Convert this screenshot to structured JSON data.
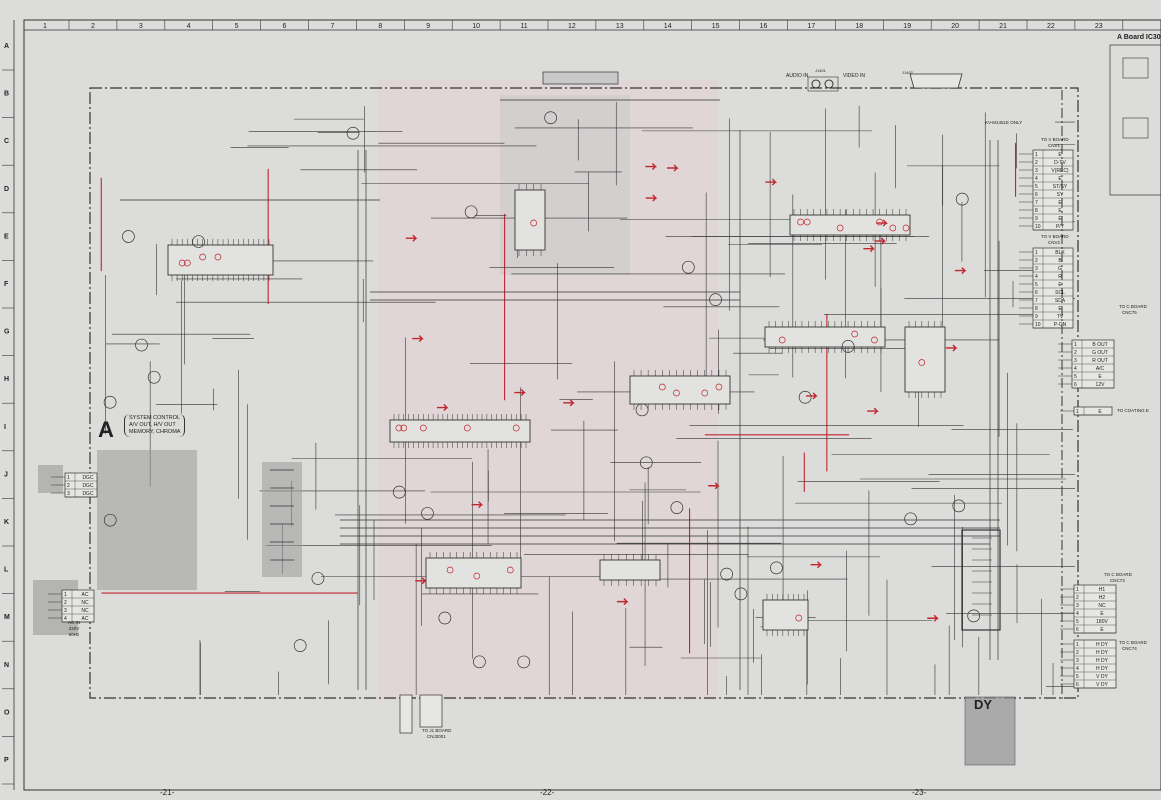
{
  "grid": {
    "columns": [
      "1",
      "2",
      "3",
      "4",
      "5",
      "6",
      "7",
      "8",
      "9",
      "10",
      "11",
      "12",
      "13",
      "14",
      "15",
      "16",
      "17",
      "18",
      "19",
      "20",
      "21",
      "22",
      "23"
    ],
    "rows": [
      "A",
      "B",
      "C",
      "D",
      "E",
      "F",
      "G",
      "H",
      "I",
      "J",
      "K",
      "L",
      "M",
      "N",
      "O",
      "P"
    ]
  },
  "board": {
    "label": "A",
    "description": [
      "SYSTEM CONTROL",
      "A/V OUT, H/V OUT",
      "MEMORY, CHROMA"
    ],
    "side_title": "A Board  IC30"
  },
  "inputs": {
    "audio_in": "AUDIO IN",
    "video_in": "VIDEO IN",
    "jack": "J1401",
    "scart": "J1402"
  },
  "connectors": {
    "cnv1": {
      "title": "TO V BOARD",
      "name": "CNV1",
      "pins": [
        "E",
        "D-TV",
        "V(REC)",
        "E",
        "ST/SY",
        "SY",
        "E",
        "E",
        "E",
        "P/Y"
      ]
    },
    "cnv2": {
      "title": "TO V BOARD",
      "name": "CNV2",
      "pins": [
        "BLK",
        "B",
        "G",
        "R",
        "E",
        "SCL",
        "SDA",
        "E",
        "TV",
        "P-ON"
      ]
    },
    "cnc75": {
      "title": "TO C BOARD",
      "name": "CNC75",
      "pins": [
        "B OUT",
        "G OUT",
        "R OUT",
        "A/C",
        "E",
        "12V"
      ]
    },
    "coating": {
      "title": "TO COATING E",
      "pins": [
        "E"
      ]
    },
    "cnc73": {
      "title": "TO C BOARD",
      "name": "CNC73",
      "pins": [
        "H1",
        "H2",
        "NC",
        "E",
        "180V",
        "E"
      ]
    },
    "cnc74": {
      "title": "TO C BOARD",
      "name": "CNC74",
      "pins": [
        "H DY",
        "H DY",
        "H DY",
        "H DY",
        "V DY",
        "V DY"
      ]
    },
    "j1": {
      "title": "TO J1 BOARD",
      "name": "CNJ2001"
    },
    "degauss": {
      "pins": [
        "DGC",
        "DGC",
        "DGC"
      ]
    },
    "ac_in": {
      "lines": [
        "AC IN",
        "220V",
        "50Hz"
      ],
      "pins": [
        "AC",
        "NC",
        "NC",
        "AC"
      ]
    }
  },
  "dy": {
    "label": "DY"
  },
  "notes": {
    "model_only": "KV-M1451E ONLY"
  },
  "page_numbers": [
    "-21-",
    "-22-",
    "-23-"
  ],
  "colors": {
    "paper": "#dcdcda",
    "ink": "#333333",
    "highlight": "#c0262d",
    "shade": "#9a9a9a"
  }
}
